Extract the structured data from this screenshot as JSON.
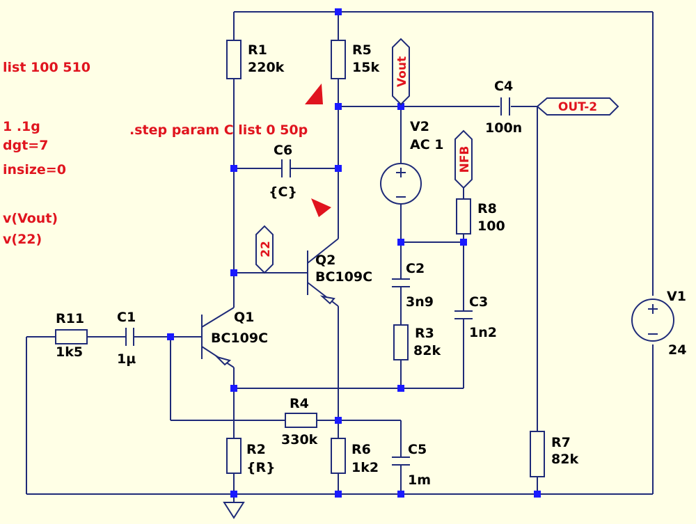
{
  "directives": {
    "line1": "list 100 510",
    "line2": "1 .1g",
    "line3": "dgt=7",
    "line4": "insize=0",
    "line5": "v(Vout)",
    "line6": "v(22)",
    "step": ".step param C list 0 50p"
  },
  "components": {
    "R1": {
      "name": "R1",
      "value": "220k"
    },
    "R2": {
      "name": "R2",
      "value": "{R}"
    },
    "R3": {
      "name": "R3",
      "value": "82k"
    },
    "R4": {
      "name": "R4",
      "value": "330k"
    },
    "R5": {
      "name": "R5",
      "value": "15k"
    },
    "R6": {
      "name": "R6",
      "value": "1k2"
    },
    "R7": {
      "name": "R7",
      "value": "82k"
    },
    "R8": {
      "name": "R8",
      "value": "100"
    },
    "R11": {
      "name": "R11",
      "value": "1k5"
    },
    "C1": {
      "name": "C1",
      "value": "1µ"
    },
    "C2": {
      "name": "C2",
      "value": "3n9"
    },
    "C3": {
      "name": "C3",
      "value": "1n2"
    },
    "C4": {
      "name": "C4",
      "value": "100n"
    },
    "C5": {
      "name": "C5",
      "value": "1m"
    },
    "C6": {
      "name": "C6",
      "value": "{C}"
    },
    "Q1": {
      "name": "Q1",
      "value": "BC109C"
    },
    "Q2": {
      "name": "Q2",
      "value": "BC109C"
    },
    "V1": {
      "name": "V1",
      "value": "24"
    },
    "V2": {
      "name": "V2",
      "value": "AC 1"
    }
  },
  "net_labels": {
    "vout": "Vout",
    "out2": "OUT-2",
    "nfb": "NFB",
    "n22": "22"
  },
  "colors": {
    "wire": "#1e2a78",
    "junction": "#1a1aff",
    "directive": "#e0141e",
    "background": "#ffffe6"
  }
}
